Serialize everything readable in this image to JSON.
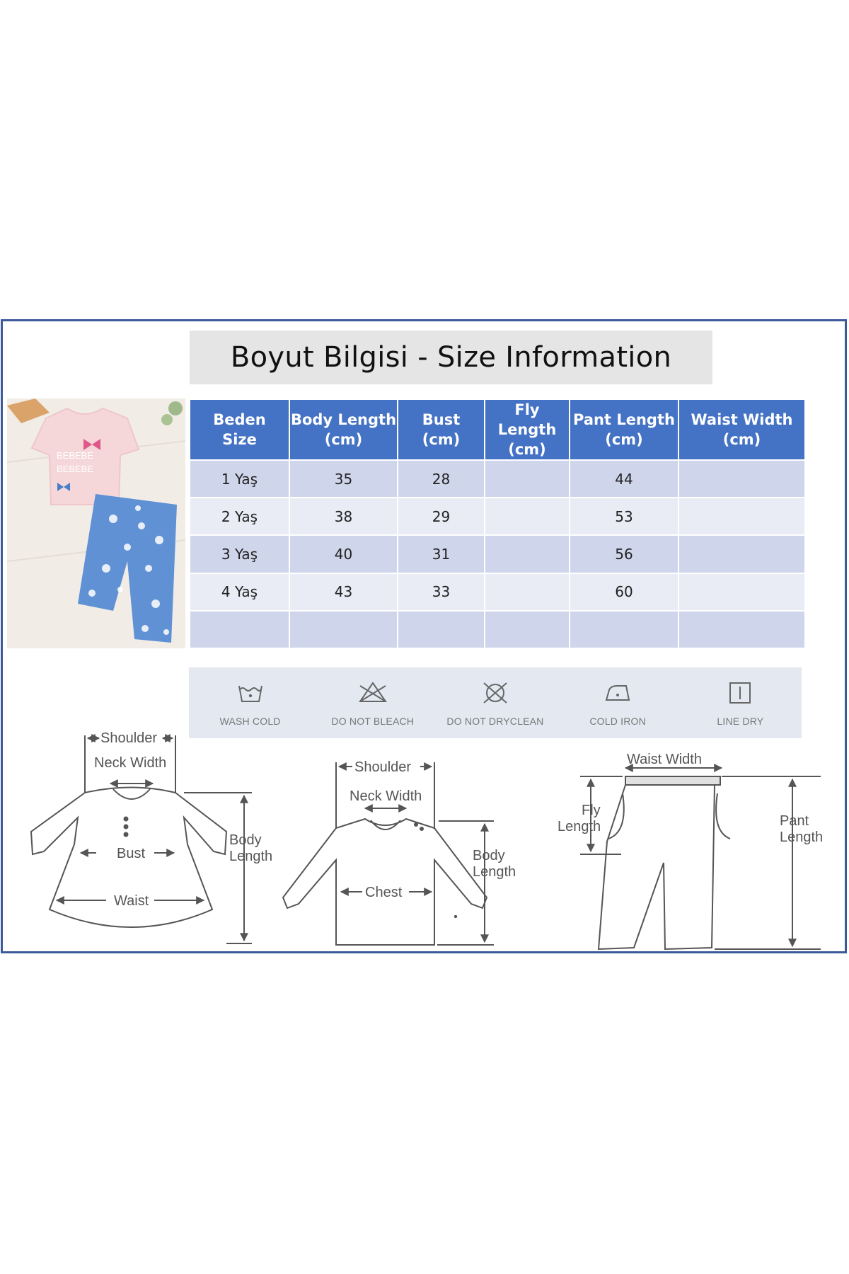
{
  "title": "Boyut Bilgisi - Size Information",
  "table": {
    "headers": [
      {
        "line1": "Beden",
        "line2": "Size"
      },
      {
        "line1": "Body Length",
        "line2": "(cm)"
      },
      {
        "line1": "Bust",
        "line2": "(cm)"
      },
      {
        "line1": "Fly Length",
        "line2": "(cm)"
      },
      {
        "line1": "Pant Length",
        "line2": "(cm)"
      },
      {
        "line1": "Waist Width",
        "line2": "(cm)"
      }
    ],
    "rows": [
      [
        "1 Yaş",
        "35",
        "28",
        "",
        "44",
        ""
      ],
      [
        "2 Yaş",
        "38",
        "29",
        "",
        "53",
        ""
      ],
      [
        "3 Yaş",
        "40",
        "31",
        "",
        "56",
        ""
      ],
      [
        "4 Yaş",
        "43",
        "33",
        "",
        "60",
        ""
      ],
      [
        "",
        "",
        "",
        "",
        "",
        ""
      ]
    ]
  },
  "care": [
    {
      "label": "WASH COLD",
      "icon": "wash-cold-icon"
    },
    {
      "label": "DO NOT BLEACH",
      "icon": "do-not-bleach-icon"
    },
    {
      "label": "DO NOT DRYCLEAN",
      "icon": "do-not-dryclean-icon"
    },
    {
      "label": "COLD IRON",
      "icon": "cold-iron-icon"
    },
    {
      "label": "LINE DRY",
      "icon": "line-dry-icon"
    }
  ],
  "diagrams": {
    "dress": {
      "shoulder": "Shoulder",
      "neck_width": "Neck Width",
      "bust": "Bust",
      "waist": "Waist",
      "body_length_1": "Body",
      "body_length_2": "Length"
    },
    "shirt": {
      "shoulder": "Shoulder",
      "neck_width": "Neck Width",
      "chest": "Chest",
      "body_length_1": "Body",
      "body_length_2": "Length"
    },
    "pants": {
      "waist_width": "Waist Width",
      "fly_length_1": "Fly",
      "fly_length_2": "Length",
      "pant_length_1": "Pant",
      "pant_length_2": "Length"
    }
  },
  "colors": {
    "header": "#4472c4",
    "row_odd": "#cfd5ea",
    "row_even": "#e9ebf5",
    "frame": "#3c5a99"
  }
}
